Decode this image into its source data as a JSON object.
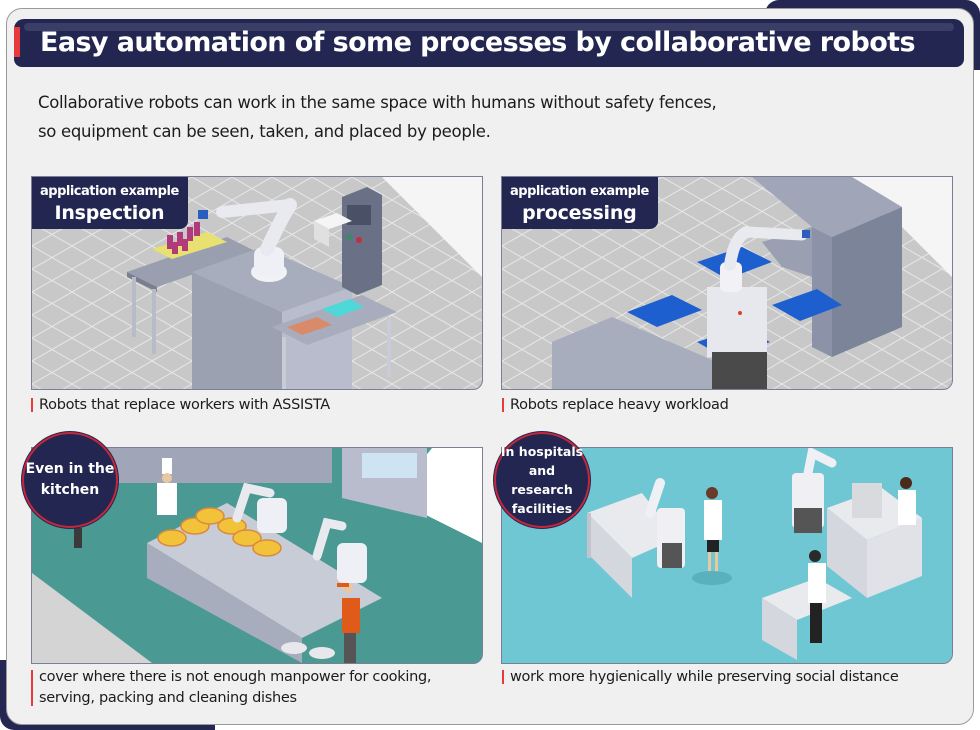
{
  "header": {
    "title": "Easy automation of some processes by collaborative robots"
  },
  "intro": {
    "line1": "Collaborative robots can work in the same space with humans without safety fences,",
    "line2": "so equipment can be seen, taken, and placed by people."
  },
  "panels": [
    {
      "tag_small": "application example",
      "tag_big": "Inspection",
      "caption": "Robots that replace workers with ASSISTA",
      "scene": "inspection-workcell-illustration"
    },
    {
      "tag_small": "application example",
      "tag_big": "processing",
      "caption": "Robots replace heavy workload",
      "scene": "processing-workcell-illustration"
    },
    {
      "badge_line1": "Even in the",
      "badge_line2": "kitchen",
      "caption_line1": "cover where there is not enough manpower for cooking,",
      "caption_line2": "serving, packing and cleaning dishes",
      "scene": "kitchen-illustration"
    },
    {
      "badge_line1": "In hospitals",
      "badge_line2": "and research",
      "badge_line3": "facilities",
      "caption": "work more hygienically while preserving social distance",
      "scene": "laboratory-illustration"
    }
  ],
  "colors": {
    "navy": "#222651",
    "accent_red": "#e83a3a",
    "kitchen_floor": "#4a9a93",
    "lab_floor": "#6fc7d4",
    "factory_floor": "#c8c8c8"
  }
}
